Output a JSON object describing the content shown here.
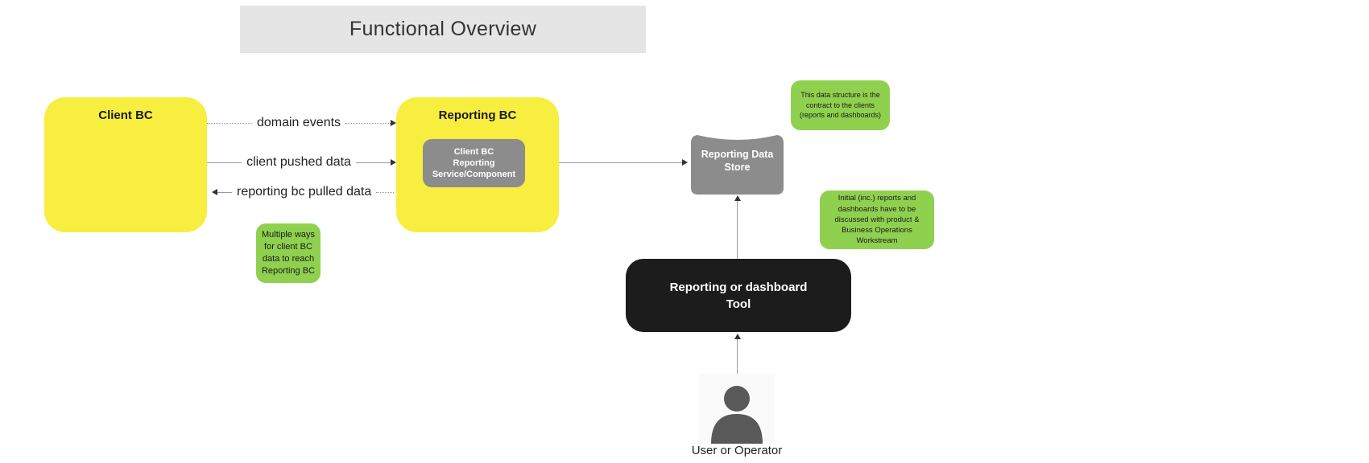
{
  "title": "Functional Overview",
  "client_bc": {
    "label": "Client BC"
  },
  "reporting_bc": {
    "label": "Reporting BC",
    "component": "Client BC\nReporting\nService/Component"
  },
  "arrows": {
    "domain_events": "domain events",
    "client_pushed": "client pushed data",
    "reporting_pulled": "reporting bc pulled data"
  },
  "data_store": {
    "label": "Reporting Data\nStore"
  },
  "tool": {
    "label": "Reporting or dashboard\nTool"
  },
  "user": {
    "label": "User or Operator"
  },
  "notes": {
    "contract": "This data structure is the contract to the clients (reports and dashboards)",
    "initial_reports": "Initial (inc.) reports and dashboards have to be discussed with product & Business Operations Workstream",
    "multiple_ways": "Multiple ways for client BC data to reach Reporting BC"
  },
  "colors": {
    "yellow_box": "#f8ee40",
    "green_note": "#8fd14f",
    "gray_shape": "#8c8c8c",
    "black_box": "#1c1c1c",
    "title_bar": "#e5e5e5",
    "user_icon": "#595959"
  }
}
